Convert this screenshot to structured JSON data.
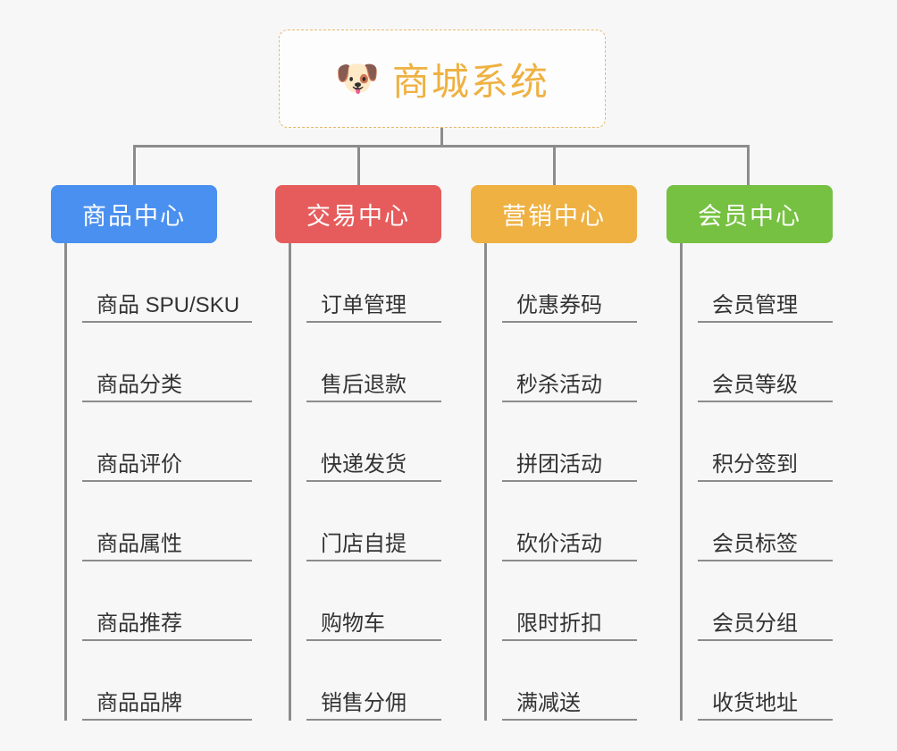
{
  "root": {
    "icon": "dog-face-icon",
    "emoji": "🐶",
    "title": "商城系统",
    "accent_color": "#eeb142",
    "border_color": "#e8b96a",
    "background": "#fdfdfd"
  },
  "canvas": {
    "background": "#f7f7f7",
    "connector_color": "#8c8c8c"
  },
  "branches": [
    {
      "id": "product-center",
      "label": "商品中心",
      "color": "#4a90f0",
      "items": [
        {
          "label": "商品 SPU/SKU"
        },
        {
          "label": "商品分类"
        },
        {
          "label": "商品评价"
        },
        {
          "label": "商品属性"
        },
        {
          "label": "商品推荐"
        },
        {
          "label": "商品品牌"
        }
      ]
    },
    {
      "id": "trade-center",
      "label": "交易中心",
      "color": "#e65c5c",
      "items": [
        {
          "label": "订单管理"
        },
        {
          "label": "售后退款"
        },
        {
          "label": "快递发货"
        },
        {
          "label": "门店自提"
        },
        {
          "label": "购物车"
        },
        {
          "label": "销售分佣"
        }
      ]
    },
    {
      "id": "marketing-center",
      "label": "营销中心",
      "color": "#eeb142",
      "items": [
        {
          "label": "优惠券码"
        },
        {
          "label": "秒杀活动"
        },
        {
          "label": "拼团活动"
        },
        {
          "label": "砍价活动"
        },
        {
          "label": "限时折扣"
        },
        {
          "label": "满减送"
        }
      ]
    },
    {
      "id": "member-center",
      "label": "会员中心",
      "color": "#76c142",
      "items": [
        {
          "label": "会员管理"
        },
        {
          "label": "会员等级"
        },
        {
          "label": "积分签到"
        },
        {
          "label": "会员标签"
        },
        {
          "label": "会员分组"
        },
        {
          "label": "收货地址"
        }
      ]
    }
  ]
}
